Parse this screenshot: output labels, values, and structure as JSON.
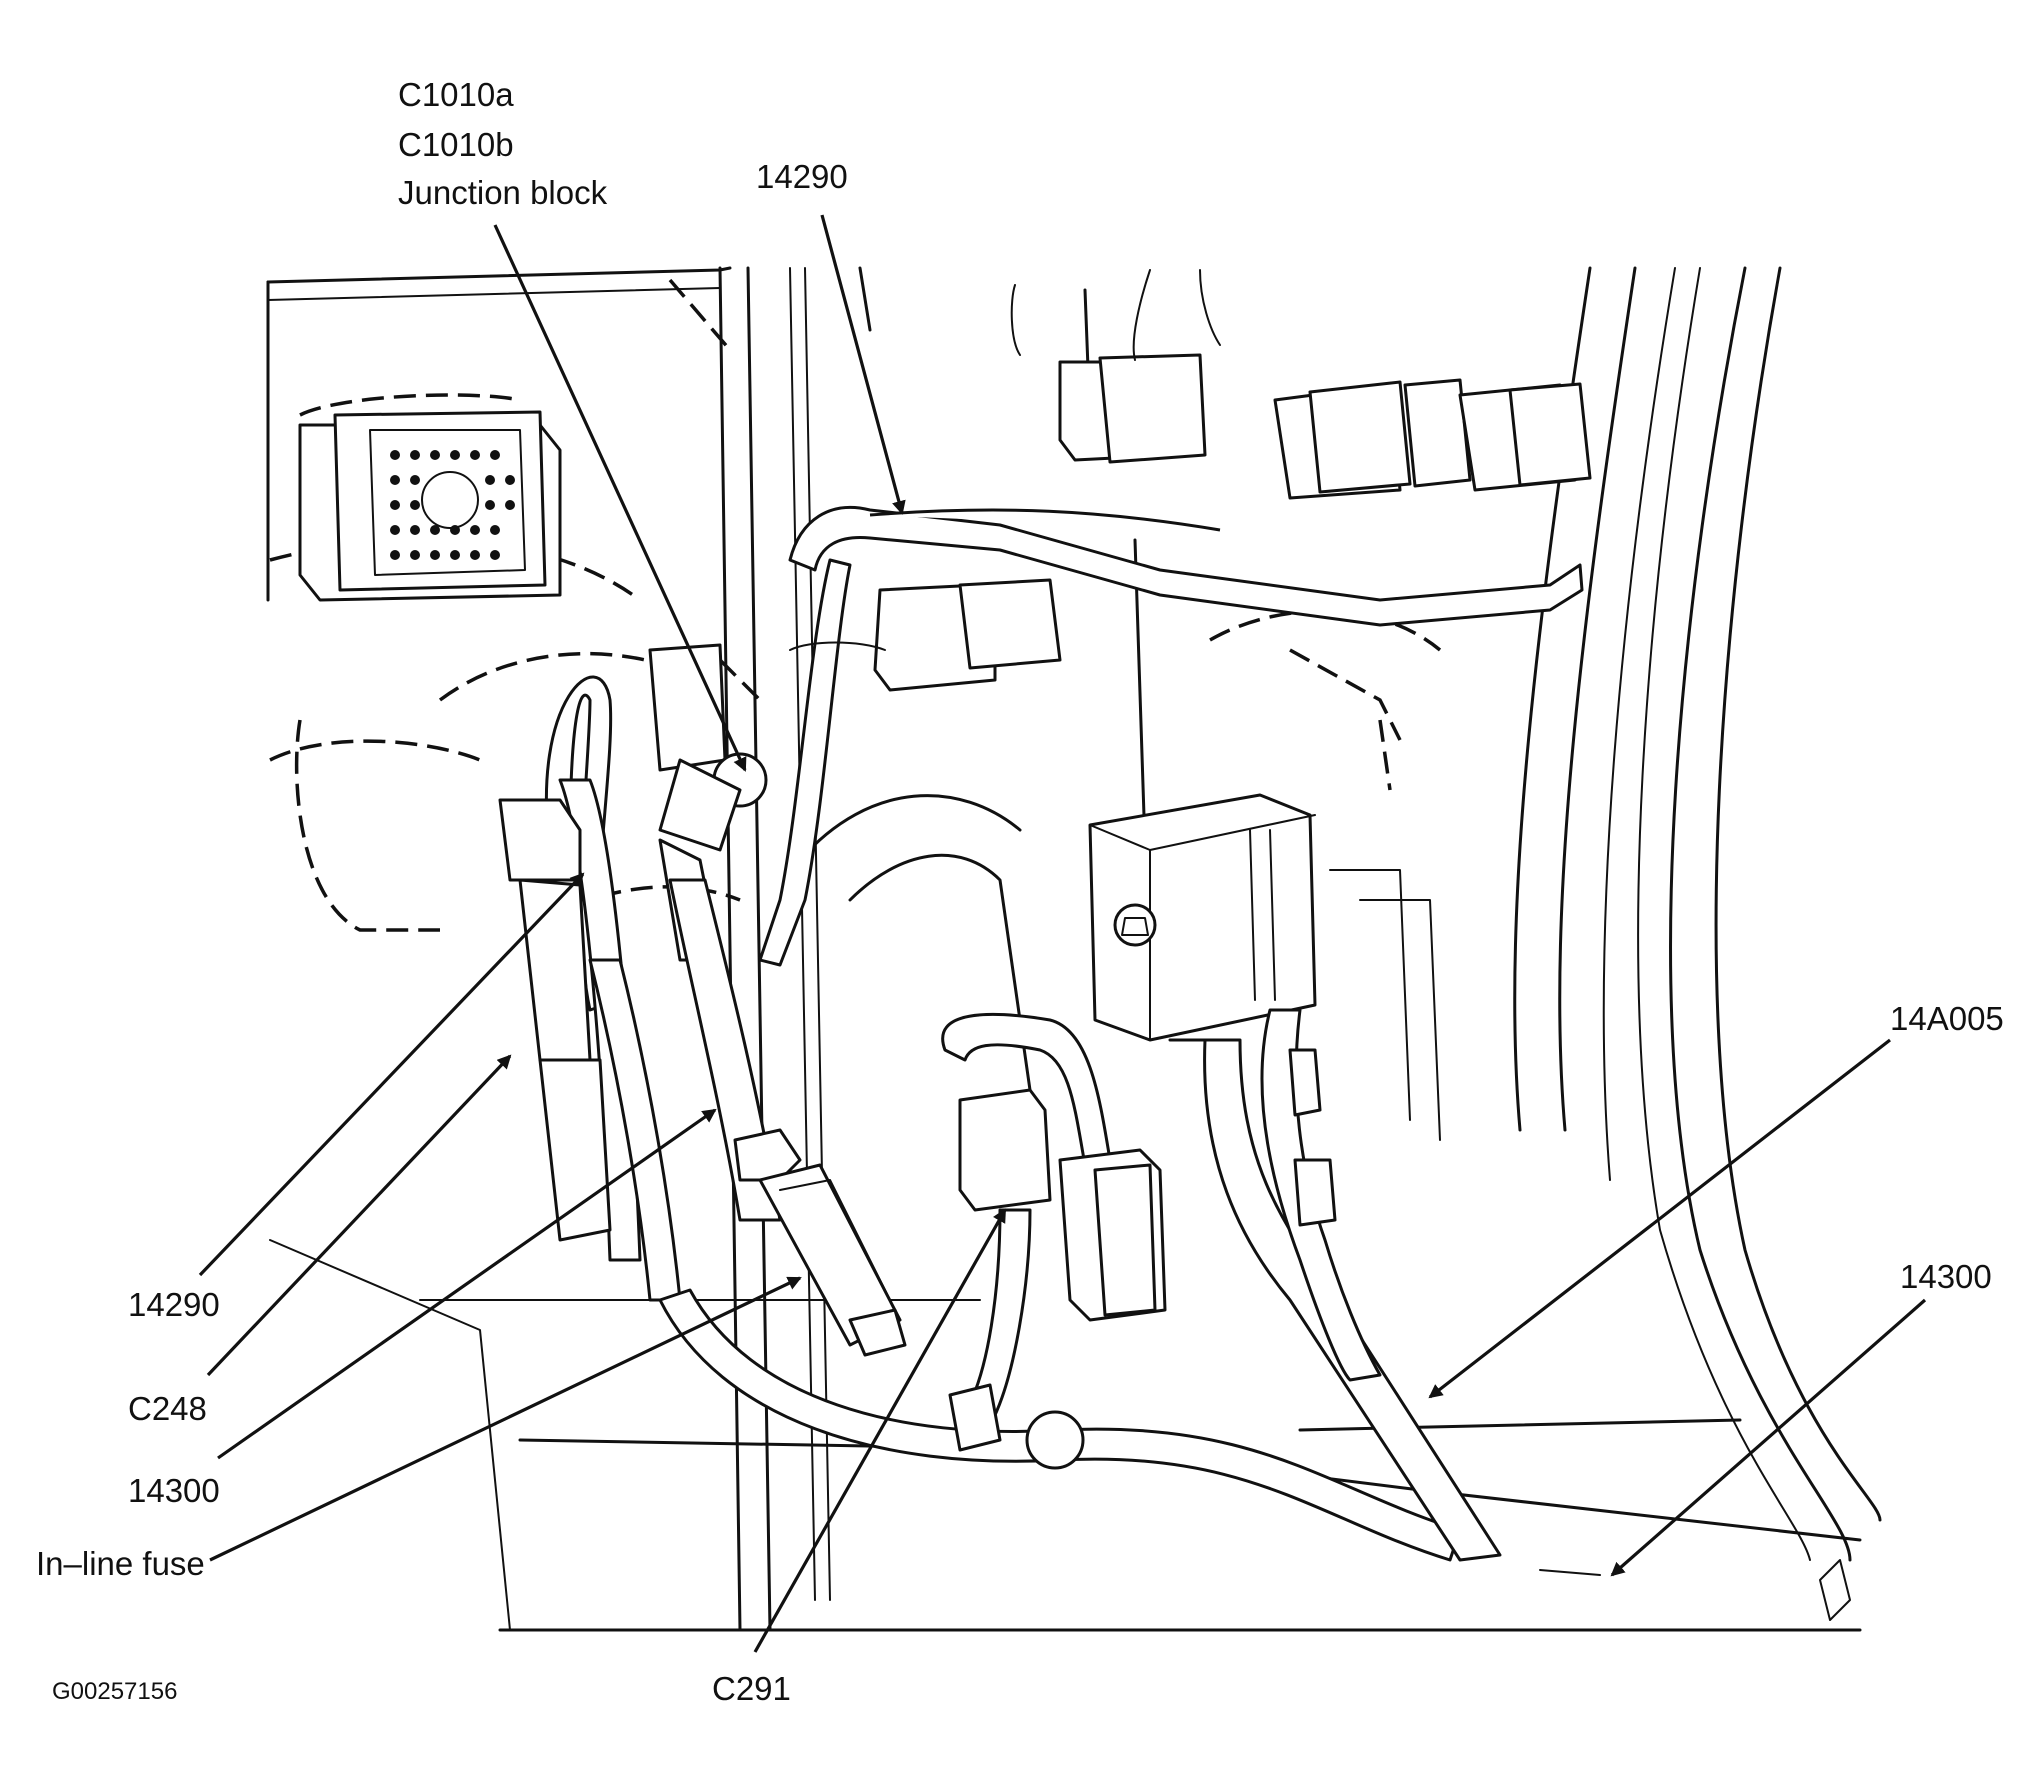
{
  "callouts": {
    "c1010a": "C1010a",
    "c1010b": "C1010b",
    "junction_block": "Junction block",
    "top_14290": "14290",
    "left_14290": "14290",
    "c248": "C248",
    "left_14300": "14300",
    "inline_fuse": "In–line fuse",
    "c291": "C291",
    "right_14a005": "14A005",
    "right_14300": "14300"
  },
  "figure_id": "G00257156"
}
